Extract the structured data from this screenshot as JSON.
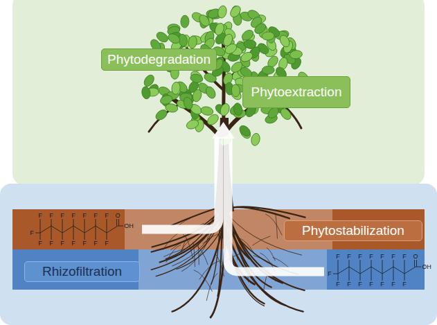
{
  "diagram": {
    "nodes": [
      {
        "text": [
          "Phytodegradation"
        ]
      },
      {
        "text": [
          "Phytoextraction"
        ]
      },
      {
        "text": [
          "Phytostabilization"
        ]
      },
      {
        "text": [
          "Rhizofiltration"
        ]
      }
    ],
    "labels": [
      "F",
      "F",
      "F",
      "F",
      "F",
      "F",
      "F",
      "F",
      "F",
      "F",
      "F",
      "F",
      "F",
      "F",
      "F",
      "O",
      "OH",
      "F",
      "F",
      "F",
      "F",
      "F",
      "F",
      "F",
      "F",
      "F",
      "F",
      "F",
      "F",
      "F",
      "F",
      "F",
      "O",
      "OH"
    ]
  }
}
